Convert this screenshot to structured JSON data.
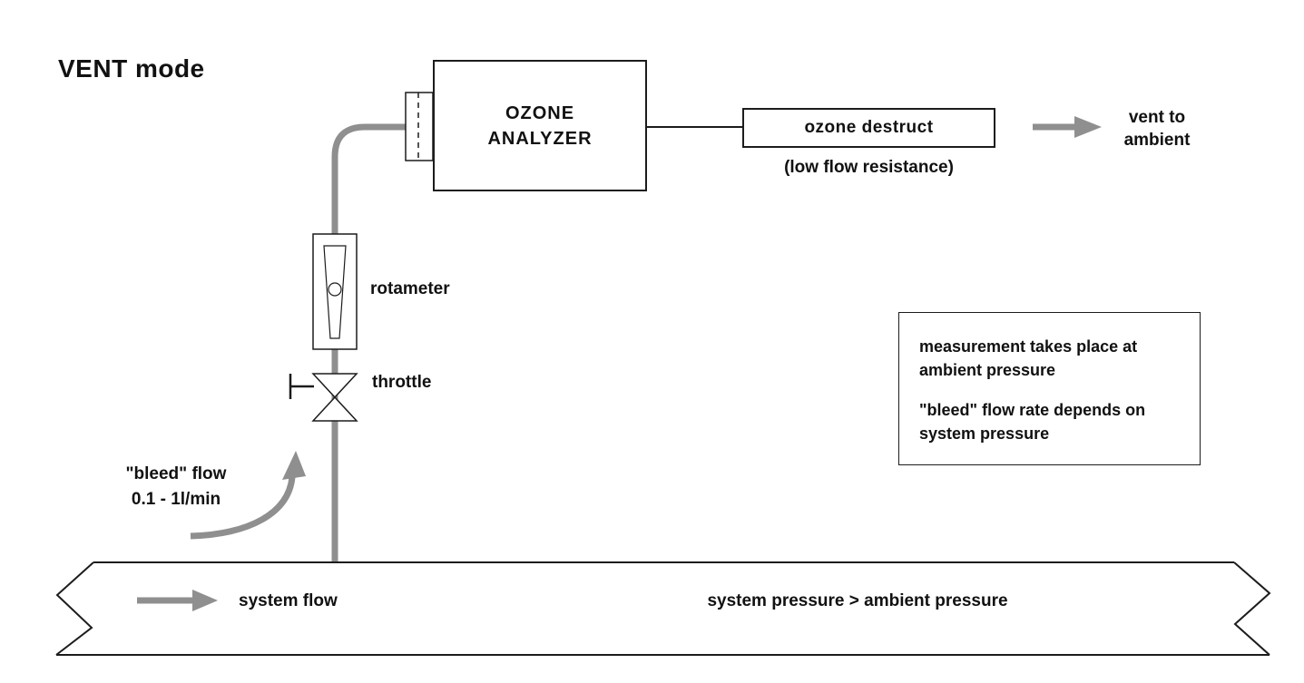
{
  "title": "VENT mode",
  "colors": {
    "pipe_gray": "#8f8f8f",
    "line_black": "#1c1c1c",
    "background": "#ffffff"
  },
  "analyzer": {
    "line1": "OZONE",
    "line2": "ANALYZER"
  },
  "destruct": {
    "label": "ozone destruct",
    "note": "(low flow resistance)"
  },
  "vent": {
    "line1": "vent to",
    "line2": "ambient"
  },
  "rotameter": {
    "label": "rotameter"
  },
  "throttle": {
    "label": "throttle"
  },
  "bleed": {
    "line1": "\"bleed\"  flow",
    "line2": "0.1 - 1l/min"
  },
  "system_pipe": {
    "flow_label": "system flow",
    "pressure_label": "system pressure > ambient pressure"
  },
  "note_box": {
    "para1": "measurement takes place at ambient pressure",
    "para2": "\"bleed\" flow rate depends on system pressure"
  }
}
